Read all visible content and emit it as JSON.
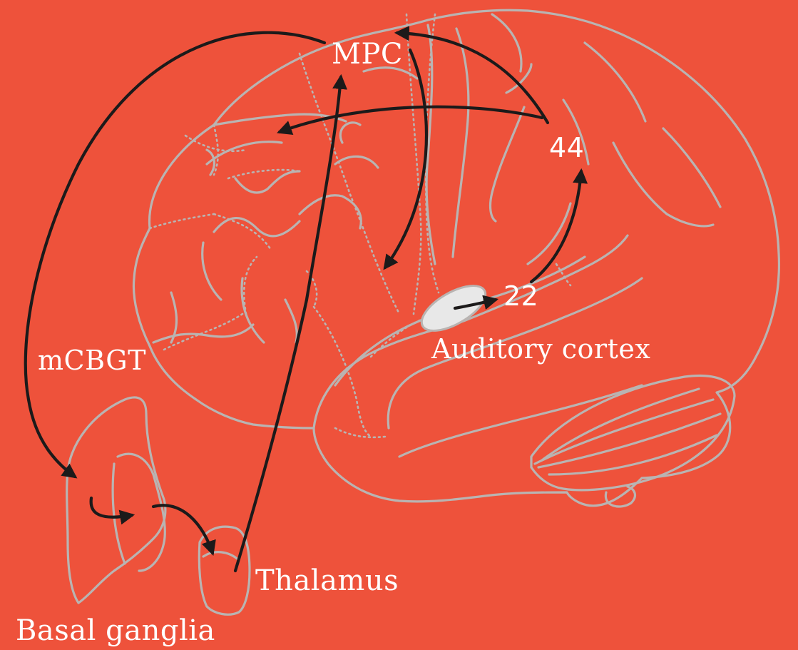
{
  "labels": {
    "mpc": "MPC",
    "area44": "44",
    "area22": "22",
    "auditory_cortex": "Auditory cortex",
    "mcbgt": "mCBGT",
    "thalamus": "Thalamus",
    "basal_ganglia": "Basal ganglia"
  },
  "colors": {
    "background": "#ee523b",
    "brain_outline": "#b9b4b2",
    "pathway_arrows": "#1c1a1a",
    "auditory_cortex_fill": "#e8e8e8",
    "label_text": "#ffffff"
  }
}
